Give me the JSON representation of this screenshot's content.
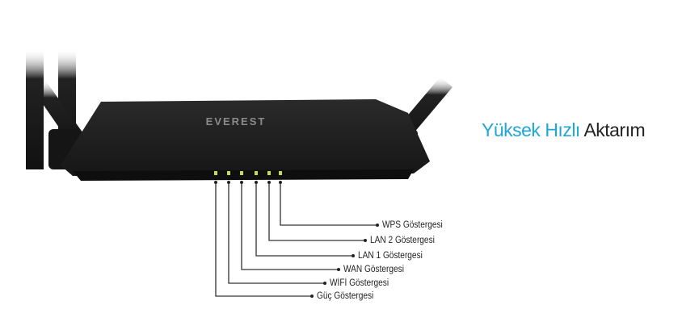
{
  "headline": {
    "accent": "Yüksek Hızlı",
    "rest": "Aktarım"
  },
  "brand": "EVEREST",
  "indicators": [
    {
      "label": "Güç Göstergesi"
    },
    {
      "label": "WİFİ Göstergesi"
    },
    {
      "label": "WAN Göstergesi"
    },
    {
      "label": "LAN 1 Göstergesi"
    },
    {
      "label": "LAN 2 Göstergesi"
    },
    {
      "label": "WPS Göstergesi"
    }
  ],
  "colors": {
    "accent": "#1ea6d8",
    "led": "#c8d84a",
    "router": "#1c1c1c"
  }
}
